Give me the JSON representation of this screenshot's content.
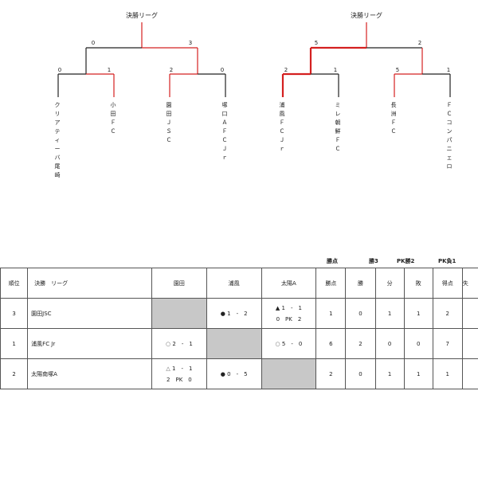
{
  "left_bracket": {
    "title": "決勝リーグ",
    "scores": {
      "left_semi": "0",
      "right_semi": "3",
      "a": "0",
      "b": "1",
      "c": "2",
      "d": "0"
    },
    "teams": [
      "クリアティーバ尾崎",
      "小田ＦＣ",
      "園田ＪＳＣ",
      "塚口ＡＦＣ　Ｊｒ"
    ]
  },
  "right_bracket": {
    "title": "決勝リーグ",
    "scores": {
      "left_semi": "5",
      "right_semi": "2",
      "a": "2",
      "b": "1",
      "c": "5",
      "d": "1"
    },
    "teams": [
      "浦風ＦＣＪｒ",
      "ミレ朝鮮ＦＣ",
      "長洲ＦＣ",
      "ＦＣコンパニェロ"
    ]
  },
  "tiebreak_labels": [
    "勝点",
    "勝3",
    "PK勝2",
    "PK負1"
  ],
  "table": {
    "headers": [
      "順位",
      "決勝　リーグ",
      "園田",
      "浦風",
      "太陽A",
      "勝点",
      "勝",
      "分",
      "敗",
      "得点",
      "失"
    ],
    "rows": [
      {
        "rank": "3",
        "team": "園田JSC",
        "vs": [
          null,
          {
            "mark": "●",
            "line1": "1　-　2",
            "line2": ""
          },
          {
            "mark": "▲",
            "line1": "1　-　1",
            "line2": "0　PK　2"
          }
        ],
        "points": "1",
        "win": "0",
        "draw": "1",
        "loss": "1",
        "gf": "2"
      },
      {
        "rank": "1",
        "team": "浦風FC Jr",
        "vs": [
          {
            "mark": "○",
            "line1": "2　-　1",
            "line2": ""
          },
          null,
          {
            "mark": "○",
            "line1": "5　-　0",
            "line2": ""
          }
        ],
        "points": "6",
        "win": "2",
        "draw": "0",
        "loss": "0",
        "gf": "7"
      },
      {
        "rank": "2",
        "team": "太陽南塚A",
        "vs": [
          {
            "mark": "△",
            "line1": "1　-　1",
            "line2": "2　PK　0"
          },
          {
            "mark": "●",
            "line1": "0　-　5",
            "line2": ""
          },
          null
        ],
        "points": "2",
        "win": "0",
        "draw": "1",
        "loss": "1",
        "gf": "1"
      }
    ]
  },
  "colors": {
    "winner_line": "#d42020",
    "line": "#222222",
    "gray_cell": "#c8c8c8"
  }
}
